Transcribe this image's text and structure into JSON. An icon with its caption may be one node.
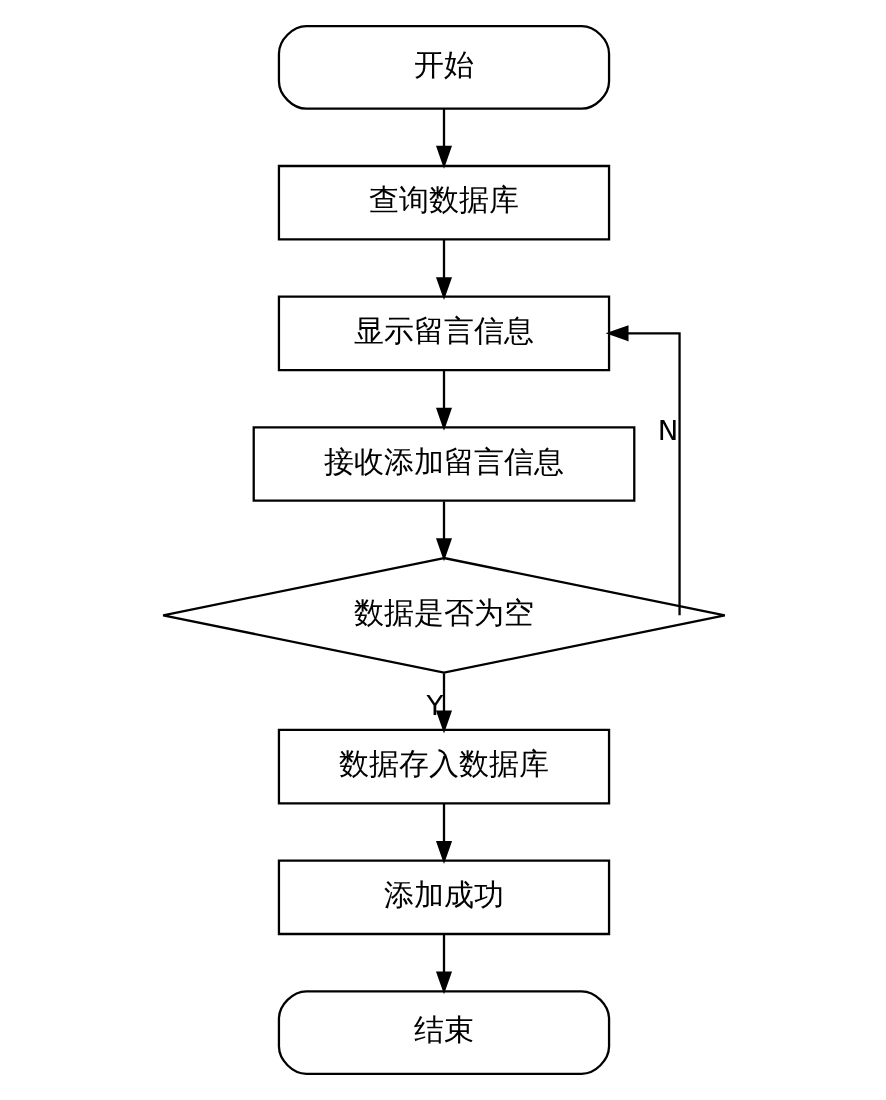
{
  "diagram": {
    "nodes": [
      {
        "text": [
          "开始"
        ]
      },
      {
        "text": [
          "查询数据库"
        ]
      },
      {
        "text": [
          "显示留言信息"
        ]
      },
      {
        "text": [
          "接收添加留言信息"
        ]
      },
      {
        "text": [
          "数据是否为空"
        ]
      },
      {
        "text": [
          "数据存入数据库"
        ]
      },
      {
        "text": [
          "添加成功"
        ]
      },
      {
        "text": [
          "结束"
        ]
      }
    ],
    "edges": [
      {
        "from": 0,
        "to": 1,
        "arrow": "to"
      },
      {
        "from": 1,
        "to": 2,
        "arrow": "to"
      },
      {
        "from": 2,
        "to": 3,
        "arrow": "to"
      },
      {
        "from": 3,
        "to": 4,
        "arrow": "to"
      },
      {
        "from": 4,
        "to": 5,
        "arrow": "to",
        "label": "Y"
      },
      {
        "from": 4,
        "to": 2,
        "arrow": "to",
        "label": "N"
      },
      {
        "from": 5,
        "to": 6,
        "arrow": "to"
      },
      {
        "from": 6,
        "to": 7,
        "arrow": "to"
      }
    ]
  }
}
